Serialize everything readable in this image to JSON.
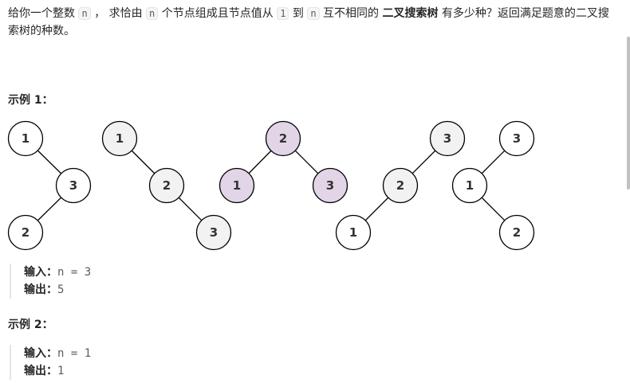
{
  "description": {
    "p1": "给你一个整数 ",
    "n1": "n",
    "p2": " ， 求恰由 ",
    "n2": "n",
    "p3": " 个节点组成且节点值从 ",
    "one": "1",
    "p4": " 到 ",
    "n3": "n",
    "p5": " 互不相同的 ",
    "bst": "二叉搜索树",
    "p6": " 有多少种？返回满足题意的二叉搜索树的种数。"
  },
  "examples": [
    {
      "title": "示例 1：",
      "input_label": "输入：",
      "input_value": "n = 3",
      "output_label": "输出：",
      "output_value": "5"
    },
    {
      "title": "示例 2：",
      "input_label": "输入：",
      "input_value": "n = 1",
      "output_label": "输出：",
      "output_value": "1"
    }
  ],
  "figure": {
    "colors": {
      "white": "#ffffff",
      "gray": "#f2f2f2",
      "purple": "#e1d5e7"
    },
    "trees": [
      {
        "nodes": [
          {
            "label": "1",
            "fill": "white"
          },
          {
            "label": "3",
            "fill": "white"
          },
          {
            "label": "2",
            "fill": "white"
          }
        ]
      },
      {
        "nodes": [
          {
            "label": "1",
            "fill": "gray"
          },
          {
            "label": "2",
            "fill": "gray"
          },
          {
            "label": "3",
            "fill": "gray"
          }
        ]
      },
      {
        "nodes": [
          {
            "label": "2",
            "fill": "purple"
          },
          {
            "label": "1",
            "fill": "purple"
          },
          {
            "label": "3",
            "fill": "purple"
          }
        ]
      },
      {
        "nodes": [
          {
            "label": "3",
            "fill": "gray"
          },
          {
            "label": "2",
            "fill": "gray"
          },
          {
            "label": "1",
            "fill": "white"
          }
        ]
      },
      {
        "nodes": [
          {
            "label": "3",
            "fill": "white"
          },
          {
            "label": "1",
            "fill": "white"
          },
          {
            "label": "2",
            "fill": "white"
          }
        ]
      }
    ]
  }
}
